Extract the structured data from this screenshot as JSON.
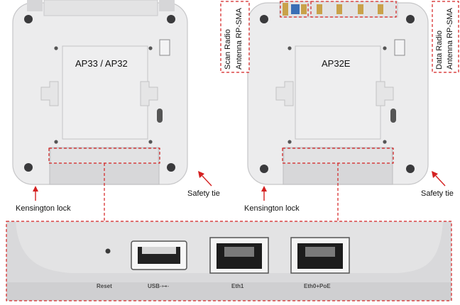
{
  "devices": [
    {
      "model": "AP33 / AP32",
      "lock_label": "Kensington lock",
      "tie_label": "Safety tie"
    },
    {
      "model": "AP32E",
      "lock_label": "Kensington lock",
      "tie_label": "Safety tie"
    }
  ],
  "antenna_labels": {
    "scan": [
      "Scan Radio",
      "Antenna RP-SMA"
    ],
    "data": [
      "Data Radio",
      "Antenna RP-SMA"
    ]
  },
  "ports": [
    "Reset",
    "USB",
    "Eth1",
    "Eth0+PoE"
  ],
  "colors": {
    "callout": "#d42020",
    "body": "#e9e9ea",
    "panel": "#dcdcdd",
    "port_bay": "#d9d9db"
  }
}
